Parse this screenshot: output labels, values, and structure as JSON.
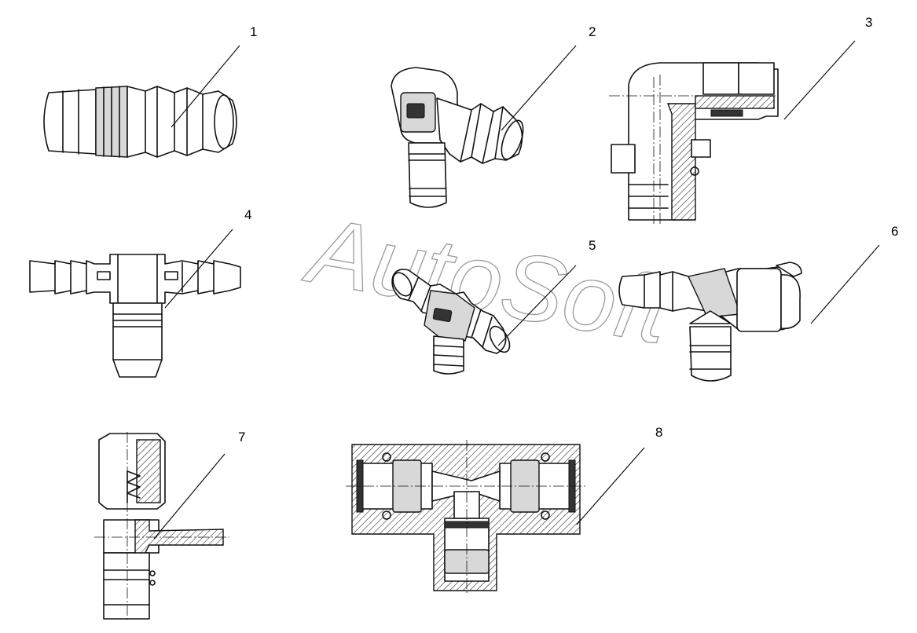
{
  "watermark": "AutoSoft",
  "callouts": [
    {
      "id": "1",
      "label": "1"
    },
    {
      "id": "2",
      "label": "2"
    },
    {
      "id": "3",
      "label": "3"
    },
    {
      "id": "4",
      "label": "4"
    },
    {
      "id": "5",
      "label": "5"
    },
    {
      "id": "6",
      "label": "6"
    },
    {
      "id": "7",
      "label": "7"
    },
    {
      "id": "8",
      "label": "8"
    }
  ],
  "parts": [
    {
      "id": "1",
      "name": "straight-barbed-connector"
    },
    {
      "id": "2",
      "name": "elbow-barbed-connector"
    },
    {
      "id": "3",
      "name": "elbow-fitting-section"
    },
    {
      "id": "4",
      "name": "tee-barbed-connector"
    },
    {
      "id": "5",
      "name": "tee-connector-perspective"
    },
    {
      "id": "6",
      "name": "elbow-tee-connector"
    },
    {
      "id": "7",
      "name": "tee-fitting-section"
    },
    {
      "id": "8",
      "name": "tee-push-fitting-section"
    }
  ],
  "colors": {
    "line": "#111111",
    "watermark": "#9a9a9a",
    "background": "#ffffff"
  }
}
